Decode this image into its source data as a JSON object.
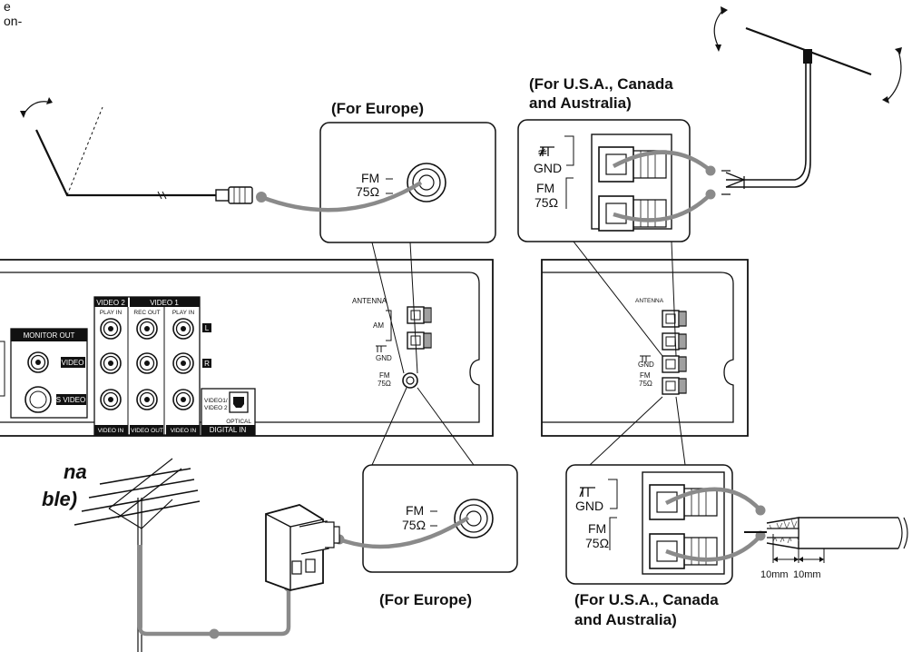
{
  "header_fragment": {
    "line1": "e",
    "line2": "on-"
  },
  "europe_top": {
    "title": "(For Europe)",
    "fm": "FM",
    "ohm": "75Ω"
  },
  "europe_bottom": {
    "title": "(For Europe)",
    "fm": "FM",
    "ohm": "75Ω"
  },
  "usa_top": {
    "title_line1": "(For U.S.A., Canada",
    "title_line2": "and Australia)",
    "gnd": "GND",
    "fm": "FM",
    "ohm": "75Ω"
  },
  "usa_bottom": {
    "title_line1": "(For U.S.A., Canada",
    "title_line2": "and Australia)",
    "gnd": "GND",
    "fm": "FM",
    "ohm": "75Ω"
  },
  "panel_left": {
    "monitor_out": "MONITOR OUT",
    "video_badge": "VIDEO",
    "svideo_badge": "S VIDEO",
    "video2": "VIDEO 2",
    "video1": "VIDEO 1",
    "play_in_1": "PLAY IN",
    "rec_out": "REC OUT",
    "play_in_2": "PLAY IN",
    "badge_l": "L",
    "badge_r": "R",
    "video_in_1": "VIDEO IN",
    "video_out": "VIDEO OUT",
    "video_in_2": "VIDEO IN",
    "video1_video2_a": "VIDEO1/",
    "video1_video2_b": "VIDEO 2",
    "optical": "OPTICAL",
    "digital_in": "DIGITAL IN",
    "antenna": "ANTENNA",
    "am": "AM",
    "gnd": "GND",
    "fm": "FM",
    "ohm": "75Ω"
  },
  "panel_right": {
    "antenna": "ANTENNA",
    "gnd": "GND",
    "fm": "FM",
    "ohm": "75Ω"
  },
  "cable_measure": {
    "left": "10mm",
    "right": "10mm"
  },
  "italic_fragment": {
    "line1": "na",
    "line2": "ble)"
  }
}
